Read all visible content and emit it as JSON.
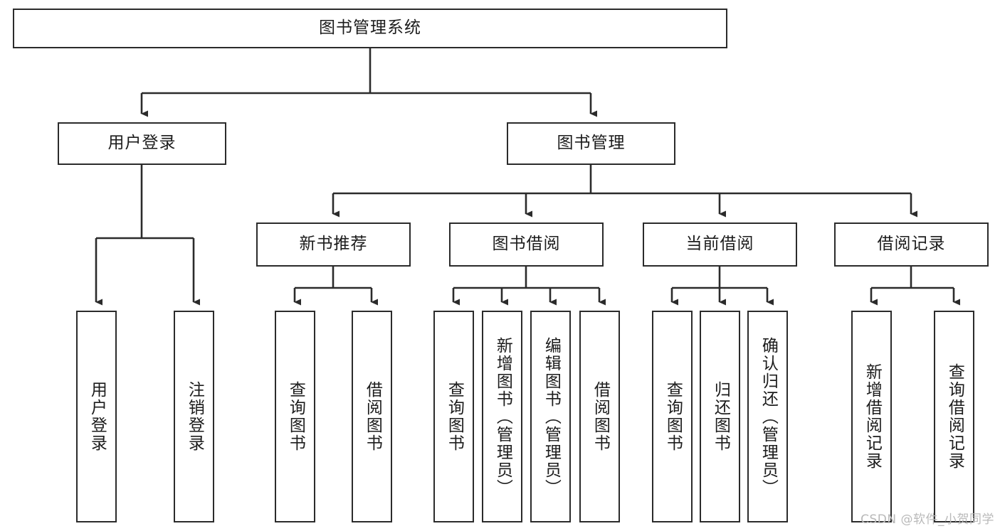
{
  "diagram": {
    "title": "图书管理系统",
    "type": "tree-hierarchy",
    "watermark": "CSDN @软件_小贺同学",
    "colors": {
      "box_border": "#2b2b2b",
      "box_fill": "#ffffff",
      "connector": "#2b2b2b",
      "background": "#ffffff",
      "watermark": "#b9b9b9"
    },
    "root": {
      "label": "图书管理系统"
    },
    "level2": [
      {
        "label": "用户登录"
      },
      {
        "label": "图书管理"
      }
    ],
    "level3": [
      {
        "label": "新书推荐"
      },
      {
        "label": "图书借阅"
      },
      {
        "label": "当前借阅"
      },
      {
        "label": "借阅记录"
      }
    ],
    "leaves": {
      "user_login": [
        {
          "label": "用户登录"
        },
        {
          "label": "注销登录"
        }
      ],
      "new_book_recommend": [
        {
          "label": "查询图书"
        },
        {
          "label": "借阅图书"
        }
      ],
      "book_borrow": [
        {
          "label": "查询图书"
        },
        {
          "label": "新增图书（管理员）"
        },
        {
          "label": "编辑图书（管理员）"
        },
        {
          "label": "借阅图书"
        }
      ],
      "current_borrow": [
        {
          "label": "查询图书"
        },
        {
          "label": "归还图书"
        },
        {
          "label": "确认归还（管理员）"
        }
      ],
      "borrow_record": [
        {
          "label": "新增借阅记录"
        },
        {
          "label": "查询借阅记录"
        }
      ]
    }
  }
}
